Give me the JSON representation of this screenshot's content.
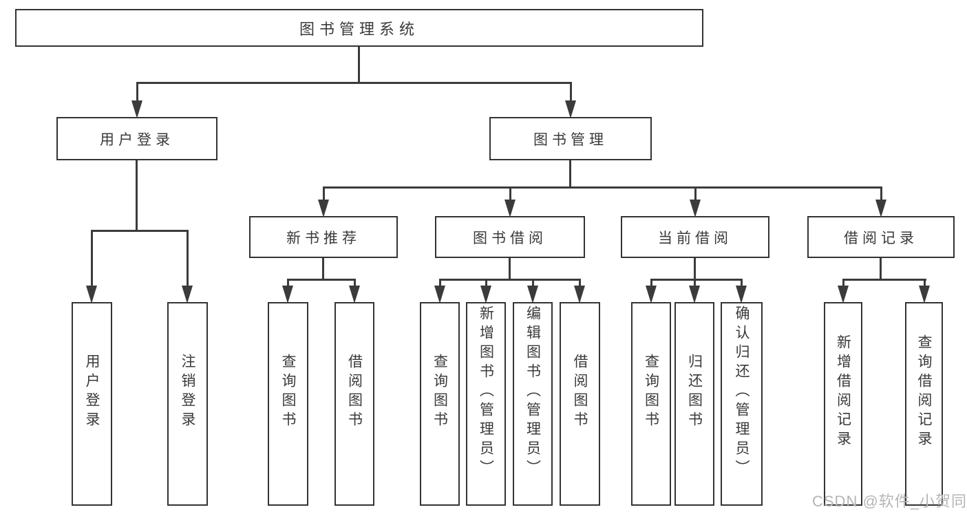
{
  "diagram": {
    "watermark": "CSDN @软件_小贺同学",
    "colors": {
      "line": "#3b3b3b",
      "border": "#333333",
      "text": "#3a3a3a",
      "watermark": "#b5b5b5",
      "background": "#ffffff"
    },
    "nodes": {
      "root": {
        "label": "图书管理系统"
      },
      "user_login": {
        "label": "用户登录"
      },
      "book_mgmt": {
        "label": "图书管理"
      },
      "new_book_rec": {
        "label": "新书推荐"
      },
      "book_borrow": {
        "label": "图书借阅"
      },
      "current_borrow": {
        "label": "当前借阅"
      },
      "borrow_records": {
        "label": "借阅记录"
      },
      "leaf_user_login": {
        "label": "用户登录"
      },
      "leaf_logout": {
        "label": "注销登录"
      },
      "leaf_query_book_1": {
        "label": "查询图书"
      },
      "leaf_borrow_book_1": {
        "label": "借阅图书"
      },
      "leaf_query_book_2": {
        "label": "查询图书"
      },
      "leaf_add_book": {
        "label": "新增图书（管理员）"
      },
      "leaf_edit_book": {
        "label": "编辑图书（管理员）"
      },
      "leaf_borrow_book_2": {
        "label": "借阅图书"
      },
      "leaf_query_book_3": {
        "label": "查询图书"
      },
      "leaf_return_book": {
        "label": "归还图书"
      },
      "leaf_confirm_return": {
        "label": "确认归还（管理员）"
      },
      "leaf_add_borrow_record": {
        "label": "新增借阅记录"
      },
      "leaf_query_borrow_record": {
        "label": "查询借阅记录"
      }
    },
    "edges": [
      [
        "root",
        "user_login"
      ],
      [
        "root",
        "book_mgmt"
      ],
      [
        "user_login",
        "leaf_user_login"
      ],
      [
        "user_login",
        "leaf_logout"
      ],
      [
        "book_mgmt",
        "new_book_rec"
      ],
      [
        "book_mgmt",
        "book_borrow"
      ],
      [
        "book_mgmt",
        "current_borrow"
      ],
      [
        "book_mgmt",
        "borrow_records"
      ],
      [
        "new_book_rec",
        "leaf_query_book_1"
      ],
      [
        "new_book_rec",
        "leaf_borrow_book_1"
      ],
      [
        "book_borrow",
        "leaf_query_book_2"
      ],
      [
        "book_borrow",
        "leaf_add_book"
      ],
      [
        "book_borrow",
        "leaf_edit_book"
      ],
      [
        "book_borrow",
        "leaf_borrow_book_2"
      ],
      [
        "current_borrow",
        "leaf_query_book_3"
      ],
      [
        "current_borrow",
        "leaf_return_book"
      ],
      [
        "current_borrow",
        "leaf_confirm_return"
      ],
      [
        "borrow_records",
        "leaf_add_borrow_record"
      ],
      [
        "borrow_records",
        "leaf_query_borrow_record"
      ]
    ]
  }
}
